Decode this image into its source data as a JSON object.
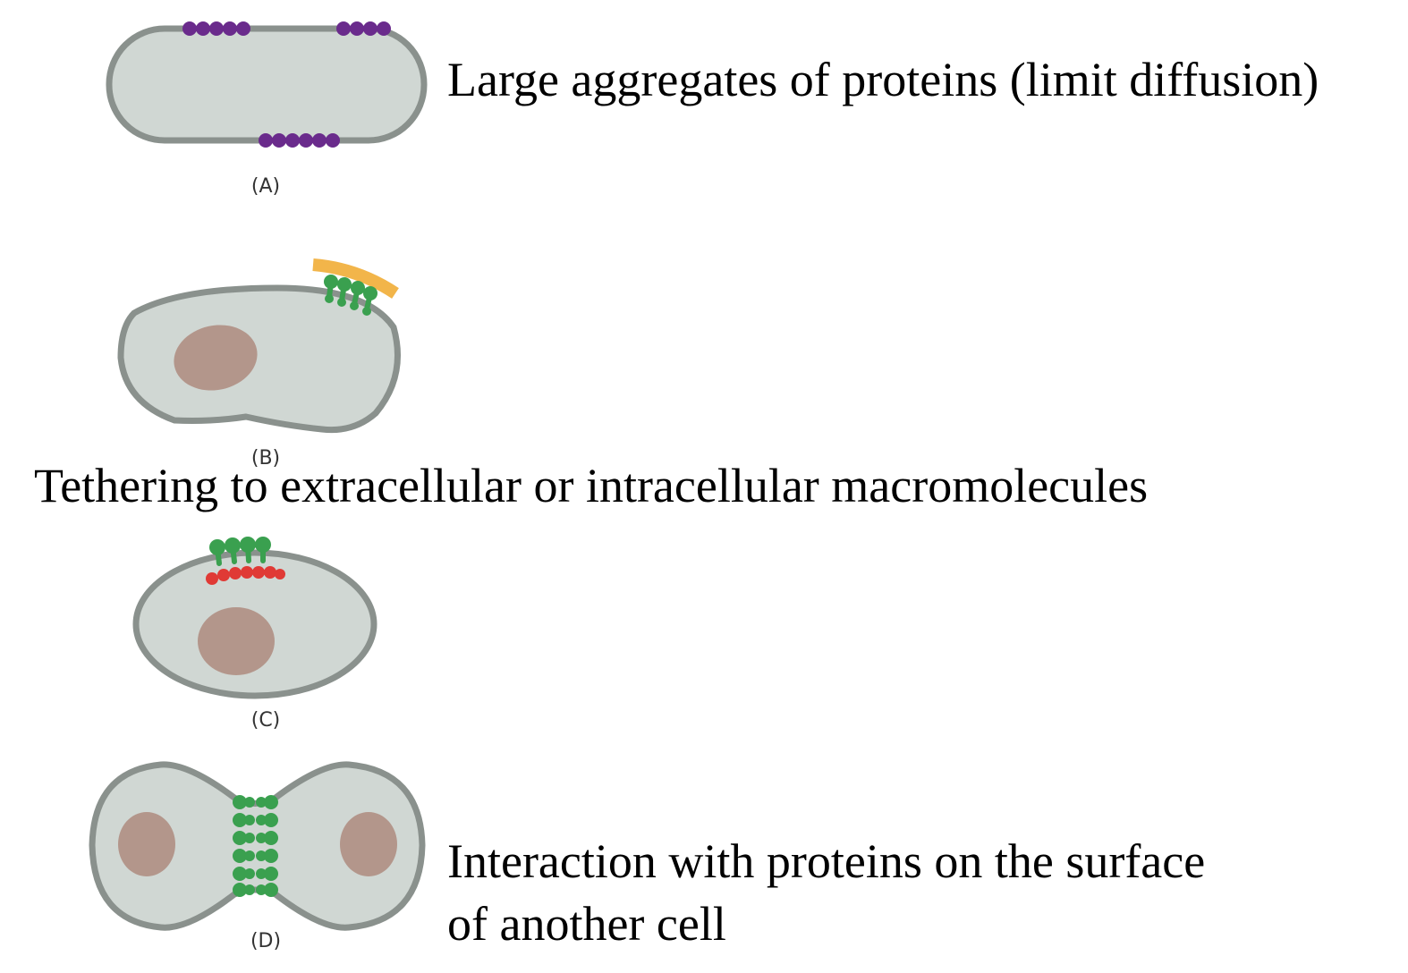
{
  "panels": [
    {
      "label": "(A)",
      "caption": "Large aggregates of proteins (limit diffusion)"
    },
    {
      "label": "(B)",
      "caption": "Tethering to extracellular or intracellular macromolecules"
    },
    {
      "label": "(C)"
    },
    {
      "label": "(D)",
      "caption_lines": [
        "Interaction with proteins on the surface",
        "of another cell"
      ]
    }
  ],
  "colors": {
    "cytoplasm": "#d0d7d3",
    "membrane": "#8a918d",
    "nucleus": "#b3968b",
    "aggregate_protein": "#6a2b8c",
    "tethered_protein": "#3aa04f",
    "extracellular_matrix": "#f2b54a",
    "intracellular_anchor": "#e03a35"
  }
}
